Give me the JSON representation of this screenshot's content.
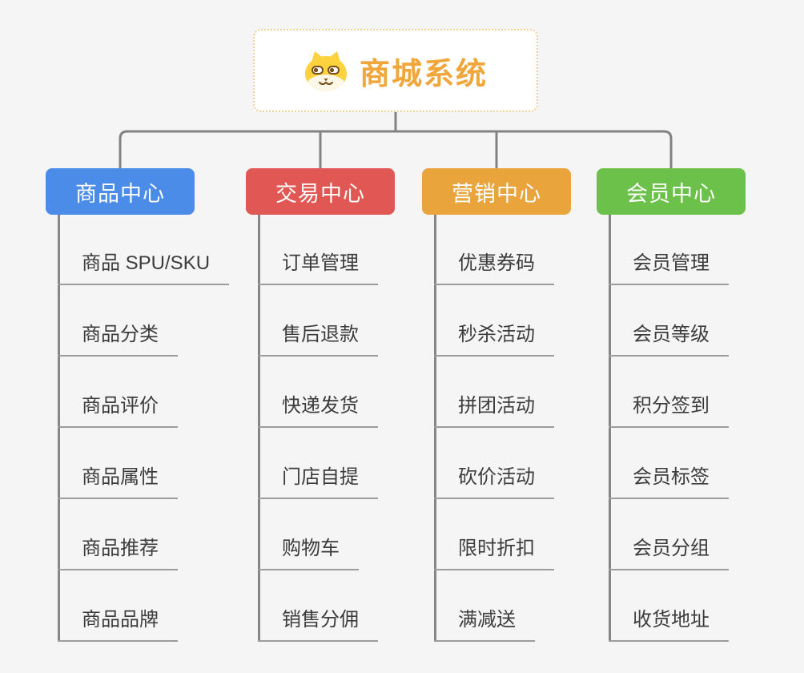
{
  "root": {
    "title": "商城系统",
    "icon": "dog-face-icon",
    "title_color": "#f0a63a",
    "border_color": "#f3ce92"
  },
  "connectors": {
    "color": "#828282"
  },
  "branches": [
    {
      "label": "商品中心",
      "color": "#4a8ce8",
      "children": [
        "商品 SPU/SKU",
        "商品分类",
        "商品评价",
        "商品属性",
        "商品推荐",
        "商品品牌"
      ]
    },
    {
      "label": "交易中心",
      "color": "#e15754",
      "children": [
        "订单管理",
        "售后退款",
        "快递发货",
        "门店自提",
        "购物车",
        "销售分佣"
      ]
    },
    {
      "label": "营销中心",
      "color": "#e9a43c",
      "children": [
        "优惠券码",
        "秒杀活动",
        "拼团活动",
        "砍价活动",
        "限时折扣",
        "满减送"
      ]
    },
    {
      "label": "会员中心",
      "color": "#6cc14b",
      "children": [
        "会员管理",
        "会员等级",
        "积分签到",
        "会员标签",
        "会员分组",
        "收货地址"
      ]
    }
  ]
}
